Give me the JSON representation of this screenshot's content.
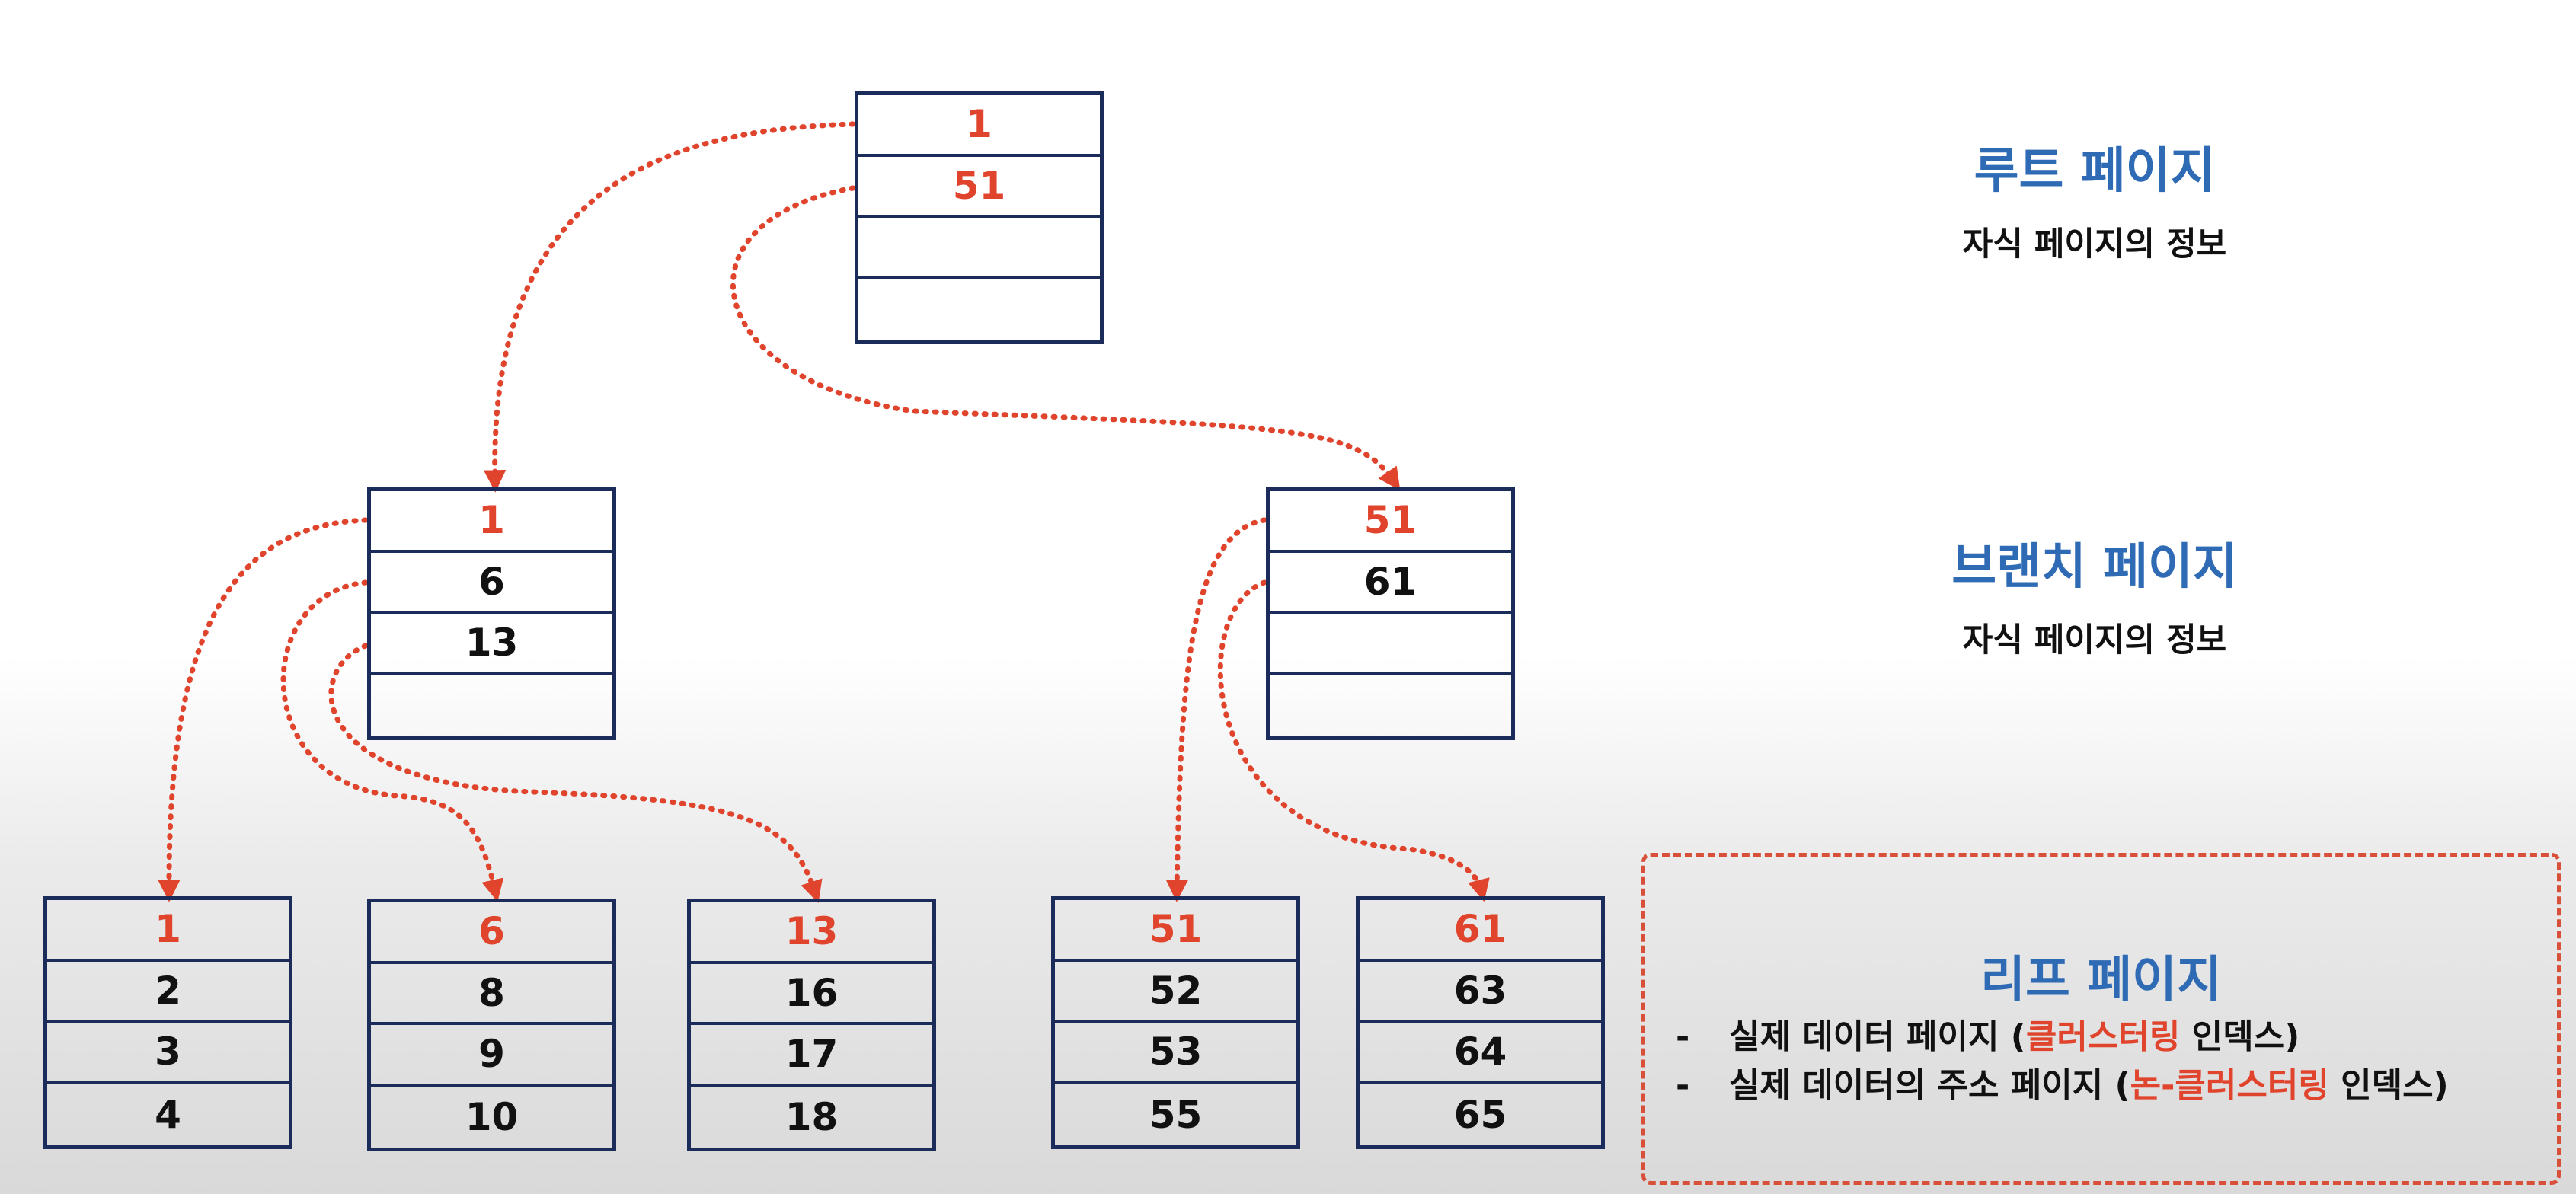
{
  "colors": {
    "key": "#e0442c",
    "title": "#2f6bb5",
    "border": "#1c2c5a",
    "arrow": "#e0442c"
  },
  "root": {
    "cells": [
      "1",
      "51",
      "",
      ""
    ],
    "label": "루트 페이지",
    "desc": "자식 페이지의 정보"
  },
  "branches": [
    {
      "cells": [
        "1",
        "6",
        "13",
        ""
      ]
    },
    {
      "cells": [
        "51",
        "61",
        "",
        ""
      ]
    }
  ],
  "branch_label": {
    "label": "브랜치 페이지",
    "desc": "자식 페이지의 정보"
  },
  "leaves": [
    {
      "cells": [
        "1",
        "2",
        "3",
        "4"
      ]
    },
    {
      "cells": [
        "6",
        "8",
        "9",
        "10"
      ]
    },
    {
      "cells": [
        "13",
        "16",
        "17",
        "18"
      ]
    },
    {
      "cells": [
        "51",
        "52",
        "53",
        "55"
      ]
    },
    {
      "cells": [
        "61",
        "63",
        "64",
        "65"
      ]
    }
  ],
  "leaf_panel": {
    "title": "리프 페이지",
    "bullets": [
      {
        "dash": "-",
        "pre": "실제 데이터 페이지 (",
        "accent": "클러스터링",
        "post": " 인덱스)"
      },
      {
        "dash": "-",
        "pre": "실제 데이터의 주소 페이지 (",
        "accent": "논-클러스터링",
        "post": " 인덱스)"
      }
    ]
  }
}
